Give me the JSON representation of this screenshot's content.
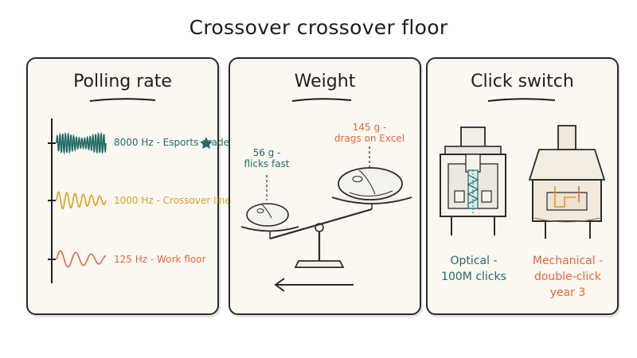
{
  "title": "Crossover crossover floor",
  "colors": {
    "teal": "#1f6b63",
    "amber": "#d9a01f",
    "orange": "#e2673c",
    "ink": "#2a2a2a",
    "panel_bg": "#fbf8f2"
  },
  "panels": [
    {
      "title": "Polling rate",
      "items": [
        {
          "label": "8000 Hz - Esports grade",
          "icon": "star-icon",
          "color": "#1f6b63"
        },
        {
          "label": "1000 Hz - Crossover line",
          "color": "#d9a01f"
        },
        {
          "label": "125 Hz - Work floor",
          "color": "#e2673c"
        }
      ]
    },
    {
      "title": "Weight",
      "light": {
        "line1": "56 g -",
        "line2": "flicks fast",
        "color": "#1f6b63"
      },
      "heavy": {
        "line1": "145 g -",
        "line2": "drags on Excel",
        "color": "#e2673c"
      },
      "arrow_icon": "left-arrow-icon"
    },
    {
      "title": "Click switch",
      "optical": {
        "line1": "Optical -",
        "line2": "100M clicks",
        "color": "#1f6b63"
      },
      "mechanical": {
        "line1": "Mechanical -",
        "line2": "double-click",
        "line3": "year 3",
        "color": "#e2673c"
      }
    }
  ]
}
